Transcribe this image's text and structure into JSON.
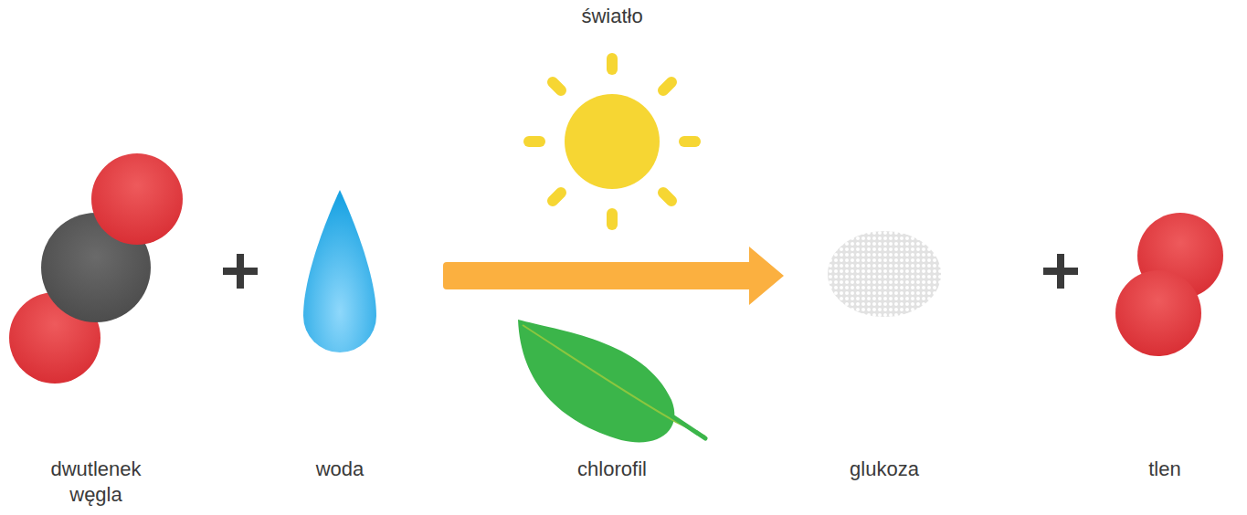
{
  "diagram": {
    "labels": [
      "światło",
      "dwutlenek węgla",
      "woda",
      "chlorofil",
      "glukoza",
      "tlen"
    ]
  }
}
